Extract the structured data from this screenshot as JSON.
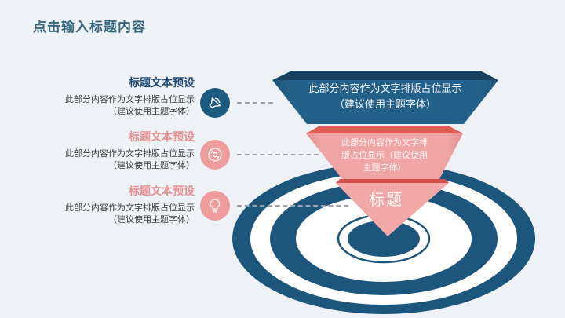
{
  "page_title": "点击输入标题内容",
  "palette": {
    "background": "#eef1f6",
    "title_teal": "#38687e",
    "navy": "#1e4a73",
    "funnel_blue_face": "#24618a",
    "funnel_blue_lip": "#16405d",
    "ring_blue": "#1d567d",
    "pink_face": "#f0a5a5",
    "red_lip": "#e15d5a",
    "band_red": "#d5504d",
    "icon_pink": "#ee9c9c",
    "pink_title": "#e8908f",
    "body_text": "#3d3d3d",
    "dash_gray": "#9aa2ad"
  },
  "blocks": [
    {
      "title": "标题文本预设",
      "body_line1": "此部分内容作为文字排版占位显示",
      "body_line2": "（建议使用主题字体）",
      "icon": "megaphone-icon",
      "accent": "#1e4a73"
    },
    {
      "title": "标题文本预设",
      "body_line1": "此部分内容作为文字排版占位显示",
      "body_line2": "（建议使用主题字体）",
      "icon": "cd-icon",
      "accent": "#e8908f"
    },
    {
      "title": "标题文本预设",
      "body_line1": "此部分内容作为文字排版占位显示",
      "body_line2": "（建议使用主题字体）",
      "icon": "lightbulb-icon",
      "accent": "#e8908f"
    }
  ],
  "funnel": {
    "top_section": {
      "line1": "此部分内容作为文字排版占位显示",
      "line2": "（建议使用主题字体）"
    },
    "middle_section": {
      "line1": "此部分内容作为文字排",
      "line2": "版占位显示（建议使用",
      "line3": "主题字体）"
    },
    "bottom_section": {
      "label": "标题"
    }
  }
}
